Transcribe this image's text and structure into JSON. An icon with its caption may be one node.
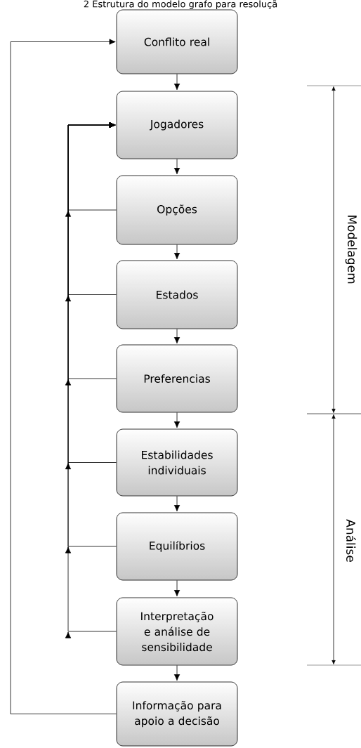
{
  "diagram": {
    "title": "2 Estrutura do modelo grafo para resoluçã",
    "nodes": [
      {
        "text": [
          "Conflito real"
        ]
      },
      {
        "text": [
          "Jogadores"
        ]
      },
      {
        "text": [
          "Opções"
        ]
      },
      {
        "text": [
          "Estados"
        ]
      },
      {
        "text": [
          "Preferencias"
        ]
      },
      {
        "text": [
          "Estabilidades individuais"
        ]
      },
      {
        "text": [
          "Equilíbrios"
        ]
      },
      {
        "text": [
          "Interpretação e análise de sensibilidade"
        ]
      },
      {
        "text": [
          "Informação para apoio a decisão"
        ]
      }
    ],
    "edges": [
      {
        "from": 0,
        "to": 1,
        "arrow": "to"
      },
      {
        "from": 1,
        "to": 2,
        "arrow": "to"
      },
      {
        "from": 2,
        "to": 3,
        "arrow": "to"
      },
      {
        "from": 3,
        "to": 4,
        "arrow": "to"
      },
      {
        "from": 4,
        "to": 5,
        "arrow": "to"
      },
      {
        "from": 5,
        "to": 6,
        "arrow": "to"
      },
      {
        "from": 6,
        "to": 7,
        "arrow": "to"
      },
      {
        "from": 7,
        "to": 8,
        "arrow": "to"
      },
      {
        "from": 2,
        "to": 1,
        "arrow": "to"
      },
      {
        "from": 3,
        "to": 1,
        "arrow": "to"
      },
      {
        "from": 4,
        "to": 1,
        "arrow": "to"
      },
      {
        "from": 5,
        "to": 1,
        "arrow": "to"
      },
      {
        "from": 6,
        "to": 1,
        "arrow": "to"
      },
      {
        "from": 7,
        "to": 1,
        "arrow": "to"
      },
      {
        "from": 8,
        "to": 0,
        "arrow": "to"
      }
    ],
    "labels": [
      "Modelagem",
      "Análise"
    ]
  }
}
